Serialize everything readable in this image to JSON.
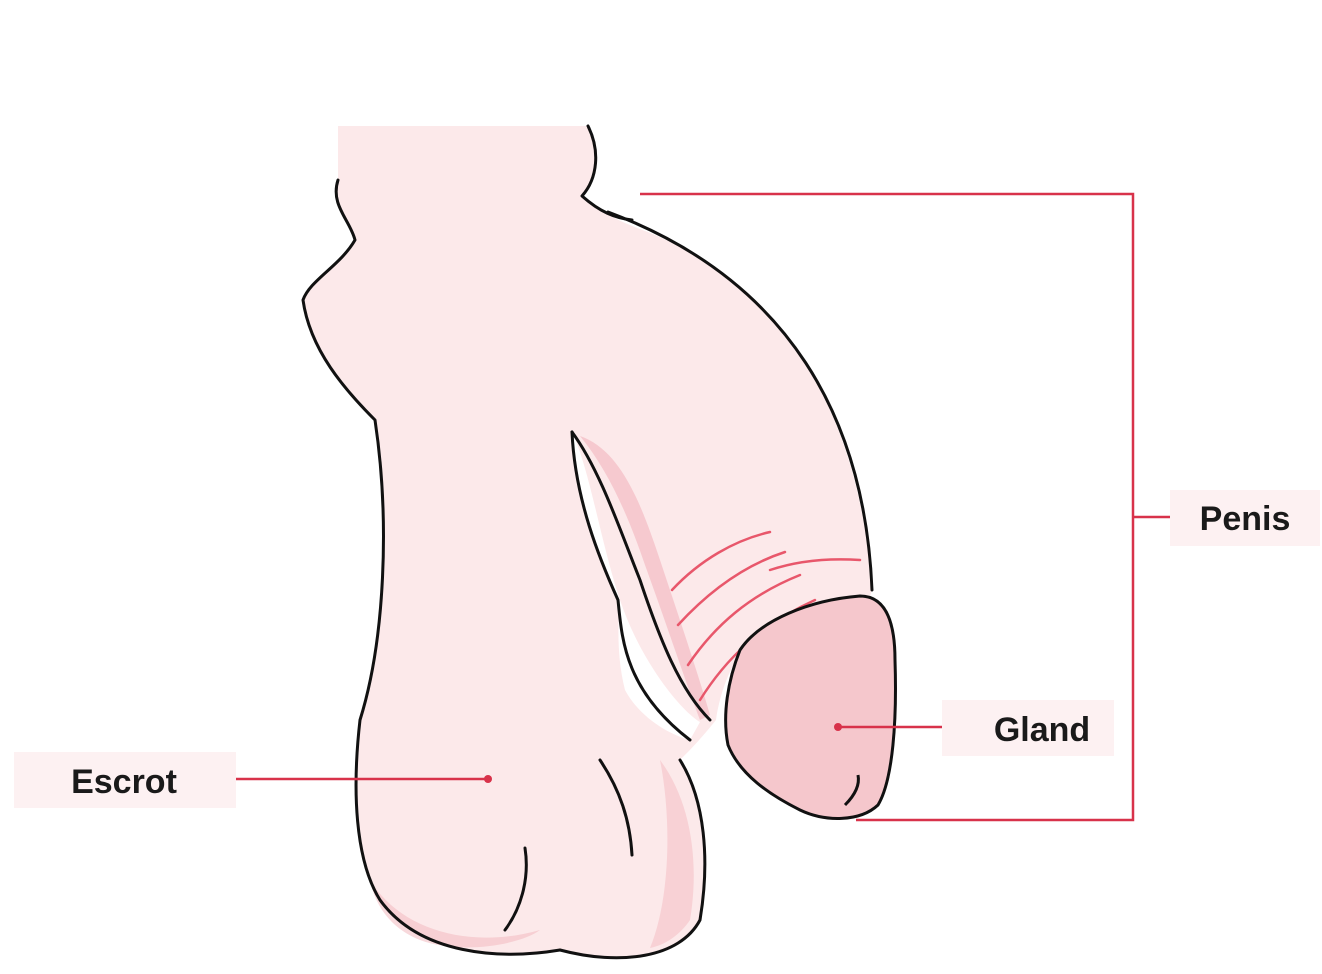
{
  "labels": {
    "penis": "Penis",
    "gland": "Gland",
    "escrot": "Escrot"
  },
  "colors": {
    "skin": "#fce9ea",
    "skin_shadow": "#f3b9c0",
    "glans": "#f5c7cc",
    "outline": "#111111",
    "leader_line": "#d8324a",
    "label_bg": "#fdf1f2",
    "label_text": "#1a1a1a",
    "background": "#ffffff"
  }
}
